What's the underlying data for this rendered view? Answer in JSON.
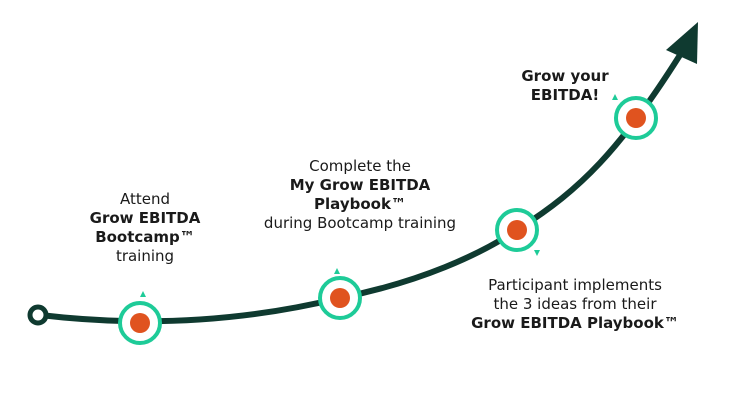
{
  "colors": {
    "path": "#0f3a30",
    "ring": "#1ecb98",
    "dot": "#e0531f",
    "text": "#1a1a1a"
  },
  "steps": [
    {
      "id": "attend",
      "lines": [
        {
          "text": "Attend",
          "bold": false
        },
        {
          "text": "Grow EBITDA",
          "bold": true
        },
        {
          "text": "Bootcamp™",
          "bold": true
        },
        {
          "text": "training",
          "bold": false
        }
      ]
    },
    {
      "id": "complete",
      "lines": [
        {
          "text": "Complete the",
          "bold": false
        },
        {
          "text": "My Grow EBITDA",
          "bold": true
        },
        {
          "text": "Playbook™",
          "bold": true
        },
        {
          "text": "during Bootcamp training",
          "bold": false
        }
      ]
    },
    {
      "id": "participant",
      "lines": [
        {
          "text": "Participant implements",
          "bold": false
        },
        {
          "text": "the 3 ideas from their",
          "bold": false
        },
        {
          "text": "Grow EBITDA Playbook™",
          "bold": true
        }
      ]
    },
    {
      "id": "grow",
      "lines": [
        {
          "text": "Grow your",
          "bold": true
        },
        {
          "text": "EBITDA!",
          "bold": true
        }
      ]
    }
  ]
}
